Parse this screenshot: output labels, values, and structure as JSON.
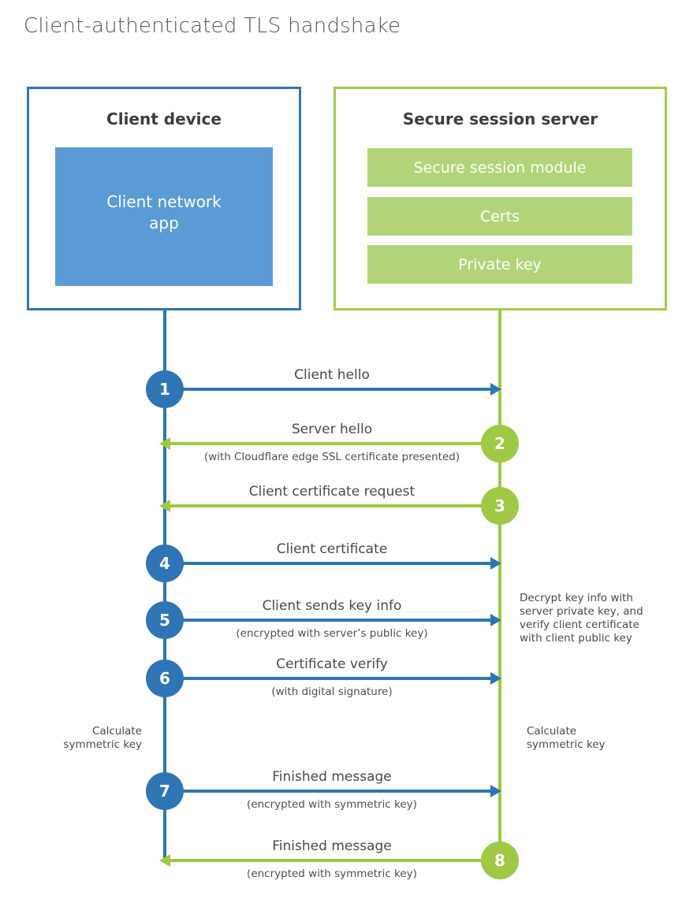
{
  "title": "Client-authenticated TLS handshake",
  "client": {
    "heading": "Client device",
    "app_label": "Client network\napp"
  },
  "server": {
    "heading": "Secure session server",
    "modules": [
      "Secure session module",
      "Certs",
      "Private key"
    ]
  },
  "steps": [
    {
      "number": "1",
      "label": "Client hello",
      "sublabel": "",
      "direction": "right",
      "actor": "client"
    },
    {
      "number": "2",
      "label": "Server hello",
      "sublabel": "(with Cloudflare edge SSL certificate presented)",
      "direction": "left",
      "actor": "server"
    },
    {
      "number": "3",
      "label": "Client certificate request",
      "sublabel": "",
      "direction": "left",
      "actor": "server"
    },
    {
      "number": "4",
      "label": "Client certificate",
      "sublabel": "",
      "direction": "right",
      "actor": "client"
    },
    {
      "number": "5",
      "label": "Client sends key info",
      "sublabel": "(encrypted with server’s public key)",
      "direction": "right",
      "actor": "client"
    },
    {
      "number": "6",
      "label": "Certificate verify",
      "sublabel": "(with digital signature)",
      "direction": "right",
      "actor": "client"
    },
    {
      "number": "7",
      "label": "Finished message",
      "sublabel": "(encrypted with symmetric key)",
      "direction": "right",
      "actor": "client"
    },
    {
      "number": "8",
      "label": "Finished message",
      "sublabel": "(encrypted with symmetric key)",
      "direction": "left",
      "actor": "server"
    }
  ],
  "notes": {
    "decrypt": "Decrypt key info with\nserver private key, and\nverify client certificate\nwith client public key",
    "calc_left": "Calculate\nsymmetric key",
    "calc_right": "Calculate\nsymmetric key"
  },
  "colors": {
    "client_accent": "#2e75b6",
    "client_fill": "#5b9bd5",
    "server_accent": "#9fc943",
    "server_fill": "#b2d478",
    "text": "#4a4a4a"
  }
}
